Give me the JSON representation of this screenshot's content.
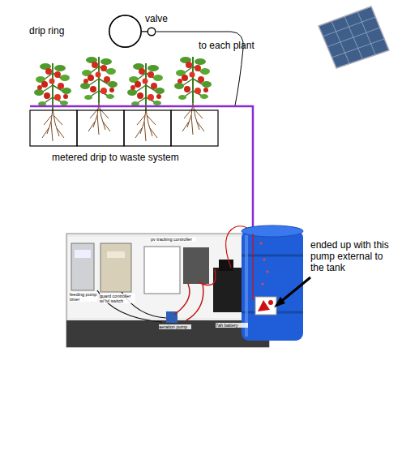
{
  "diagram": {
    "nodes": [
      {
        "text": [
          "drip ring"
        ]
      },
      {
        "text": [
          "valve"
        ]
      }
    ],
    "edges": [
      {
        "from": 0,
        "to": 1,
        "arrow": "none"
      }
    ],
    "labels": [
      "to each plant",
      "metered drip to waste system",
      "ended up with this pump external to the tank",
      "feeding pump timer",
      "guard controller w/ lvl switch",
      "pv tracking controller",
      "aeration pump",
      "7ah battery"
    ]
  }
}
